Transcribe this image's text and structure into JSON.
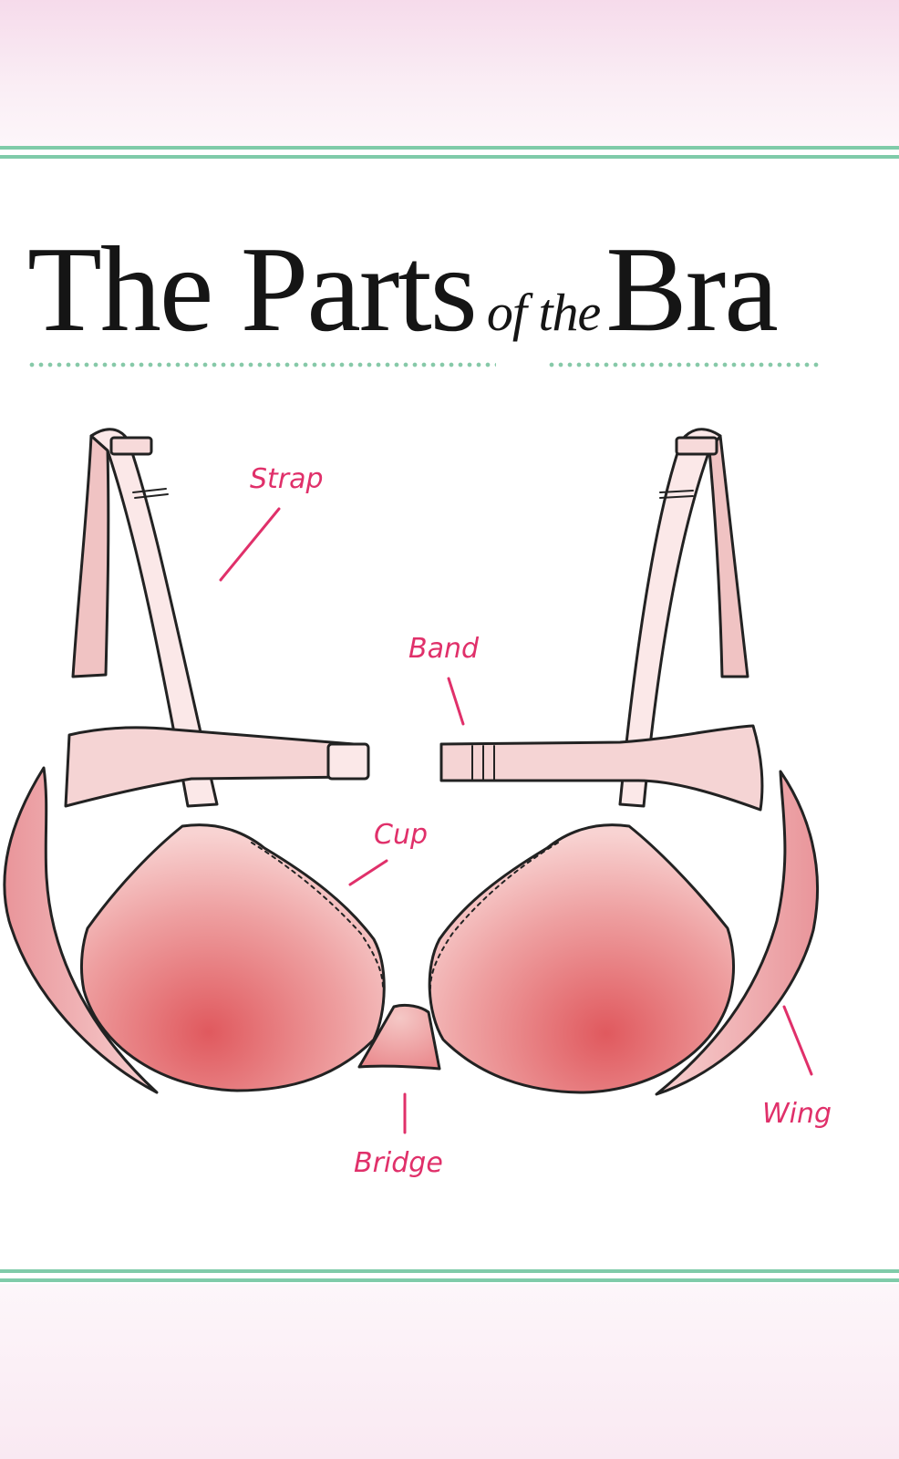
{
  "title": {
    "part1": "The Parts",
    "part2": "of the",
    "part3": "Bra"
  },
  "labels": {
    "strap": "Strap",
    "band": "Band",
    "cup": "Cup",
    "wing": "Wing",
    "bridge": "Bridge"
  },
  "colors": {
    "accent_green": "#7fcba9",
    "label_pink": "#e0306a",
    "fabric_pink": "#efb0b0",
    "cup_pink": "#e56f72"
  }
}
